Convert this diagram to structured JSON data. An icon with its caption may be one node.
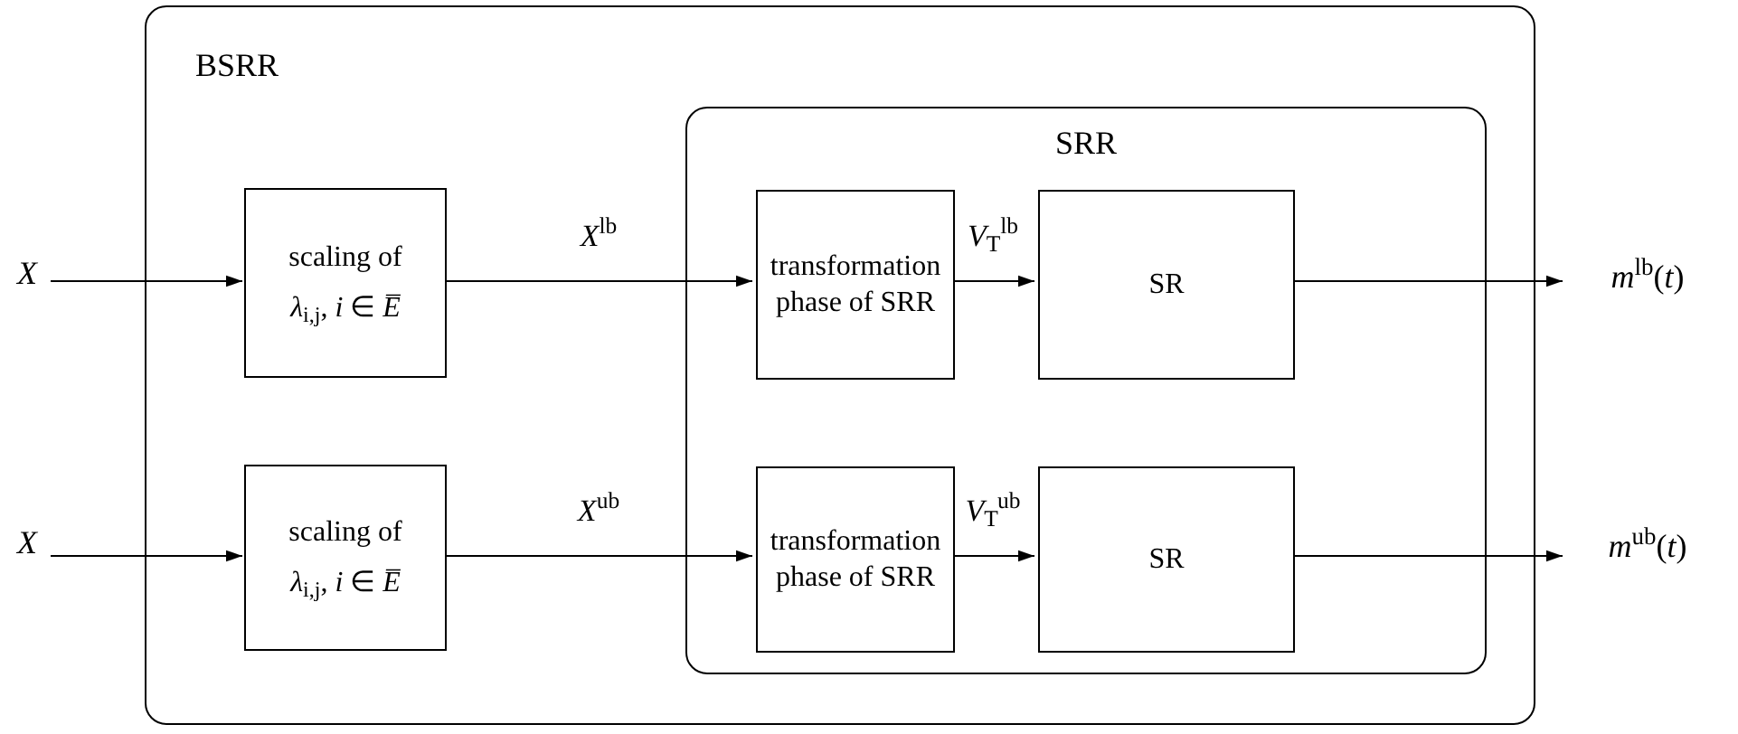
{
  "diagram": {
    "nodes": [
      {
        "text": [
          "BSRR"
        ]
      },
      {
        "text": [
          "*X*"
        ]
      },
      {
        "text": [
          "scaling of",
          "*λ*$_{i,j}$, *i* ∈ *E̅*"
        ],
        "in": 0
      },
      {
        "text": [
          "SRR"
        ],
        "in": 0
      },
      {
        "text": [
          "transformation phase of SRR"
        ],
        "in": 3
      },
      {
        "text": [
          "SR"
        ],
        "in": 3
      },
      {
        "text": [
          "*m*$^{lb}$(*t*)"
        ]
      },
      {
        "text": [
          "*X*"
        ]
      },
      {
        "text": [
          "scaling of",
          "*λ*$_{i,j}$, *i* ∈ *E̅*"
        ],
        "in": 0
      },
      {
        "text": [
          "transformation phase of SRR"
        ],
        "in": 3
      },
      {
        "text": [
          "SR"
        ],
        "in": 3
      },
      {
        "text": [
          "*m*$^{ub}$(*t*)"
        ]
      }
    ],
    "edges": [
      {
        "from": 1,
        "to": 2,
        "arrow": "to"
      },
      {
        "from": 2,
        "to": 4,
        "arrow": "to",
        "label": "*X*$^{lb}$"
      },
      {
        "from": 4,
        "to": 5,
        "arrow": "to",
        "label": "*V*$_{T}$$^{lb}$"
      },
      {
        "from": 5,
        "to": 6,
        "arrow": "to"
      },
      {
        "from": 7,
        "to": 8,
        "arrow": "to"
      },
      {
        "from": 8,
        "to": 9,
        "arrow": "to",
        "label": "*X*$^{ub}$"
      },
      {
        "from": 9,
        "to": 10,
        "arrow": "to",
        "label": "*V*$_{T}$$^{ub}$"
      },
      {
        "from": 10,
        "to": 11,
        "arrow": "to"
      }
    ]
  }
}
